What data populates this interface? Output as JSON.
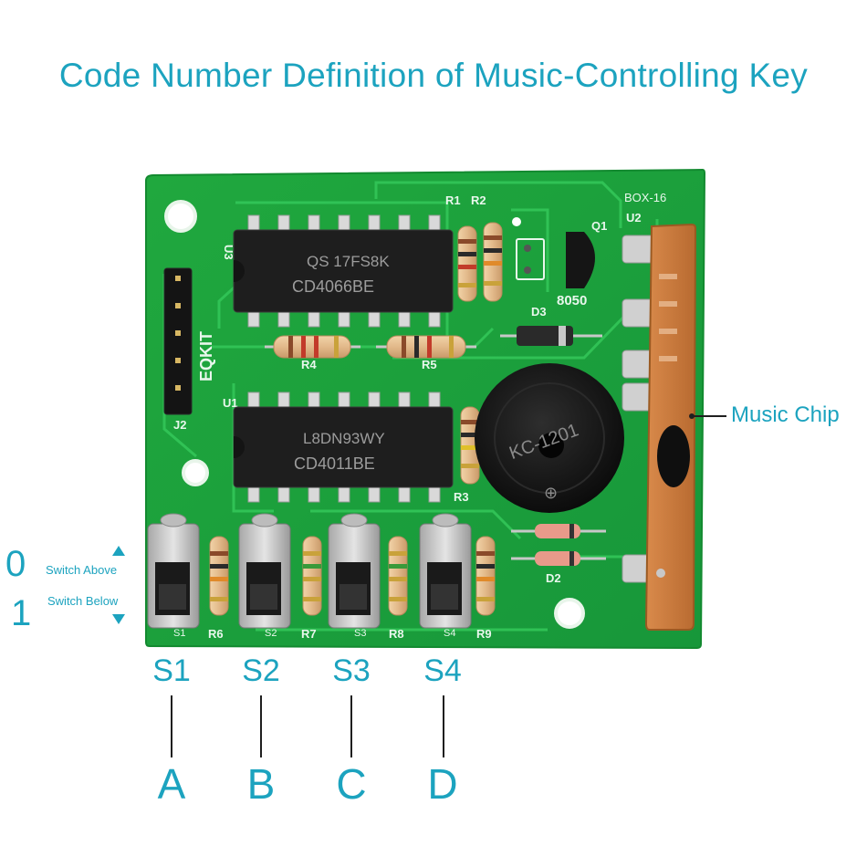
{
  "title": "Code Number Definition of Music-Controlling Key",
  "legend": {
    "zero": {
      "digit": "0",
      "note": "Switch Above"
    },
    "one": {
      "digit": "1",
      "note": "Switch Below"
    }
  },
  "chip_label": "Music Chip",
  "switches": [
    {
      "name": "S1",
      "letter": "A"
    },
    {
      "name": "S2",
      "letter": "B"
    },
    {
      "name": "S3",
      "letter": "C"
    },
    {
      "name": "S4",
      "letter": "D"
    }
  ],
  "board": {
    "silk_brand": "EQKIT",
    "silk_board": "BOX-16",
    "ic_top": {
      "line1": "QS 17FS8K",
      "line2": "CD4066BE",
      "ref": "U3"
    },
    "ic_bottom": {
      "line1": "L8DN93WY",
      "line2": "CD4011BE",
      "ref": "U1"
    },
    "resistors": [
      "R1",
      "R2",
      "R3",
      "R4",
      "R5",
      "R6",
      "R7",
      "R8",
      "R9"
    ],
    "transistor": {
      "ref": "Q1",
      "part": "8050"
    },
    "diodes": [
      "D2",
      "D3"
    ],
    "header_ref": "J2",
    "chip_ref": "U2",
    "buzzer_text": "KC-1201"
  },
  "colors": {
    "accent": "#1ca3bf",
    "pcb": "#1fa53d",
    "trace": "#2cc04f"
  }
}
